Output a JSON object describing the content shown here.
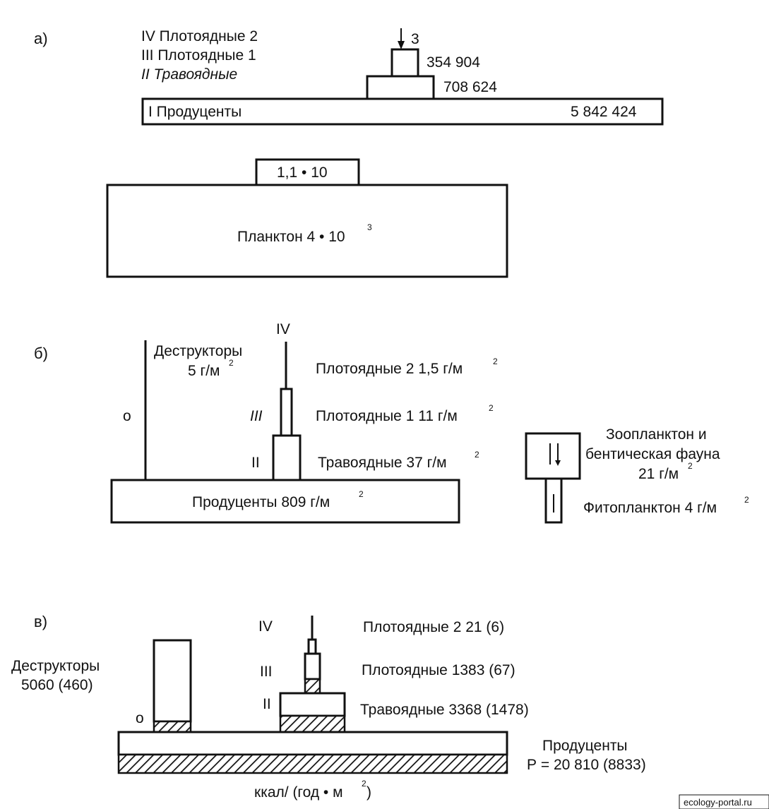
{
  "section_a": {
    "label": "а)",
    "legend_iv": "IV Плотоядные 2",
    "legend_iii": "III Плотоядные 1",
    "legend_ii": "II Травоядные",
    "top_value": "3",
    "carn1_value": "354 904",
    "herb_value": "708 624",
    "producers_label": "I Продуценты",
    "producers_value": "5 842 424",
    "plankton_top_label": "1,1 • 10",
    "plankton_label": "Планктон 4 • 10",
    "plankton_exp": "3"
  },
  "section_b": {
    "label": "б)",
    "destructors_label": "Деструкторы",
    "destructors_value": "5 г/м",
    "destructors_exp": "2",
    "level_o": "о",
    "level_iv": "IV",
    "level_iii": "III",
    "level_ii": "II",
    "carn2": "Плотоядные 2 1,5 г/м",
    "carn2_exp": "2",
    "carn1": "Плотоядные 1 11 г/м",
    "carn1_exp": "2",
    "herb": "Травоядные 37 г/м",
    "herb_exp": "2",
    "producers": "Продуценты 809 г/м",
    "producers_exp": "2",
    "zoo_line1": "Зоопланктон и",
    "zoo_line2": "бентическая фауна",
    "zoo_value": "21 г/м",
    "zoo_exp": "2",
    "phyto": "Фитопланктон 4 г/м",
    "phyto_exp": "2"
  },
  "section_c": {
    "label": "в)",
    "destructors_label": "Деструкторы",
    "destructors_value": "5060 (460)",
    "level_o": "о",
    "level_iv": "IV",
    "level_iii": "III",
    "level_ii": "II",
    "carn2": "Плотоядные 2 21 (6)",
    "carn1": "Плотоядные 1383 (67)",
    "herb": "Травоядные 3368 (1478)",
    "producers_label": "Продуценты",
    "producers_value": "Р = 20 810 (8833)",
    "units": "ккал/ (год • м",
    "units_exp": "2",
    "units_close": ")"
  },
  "watermark": "ecology-portal.ru"
}
